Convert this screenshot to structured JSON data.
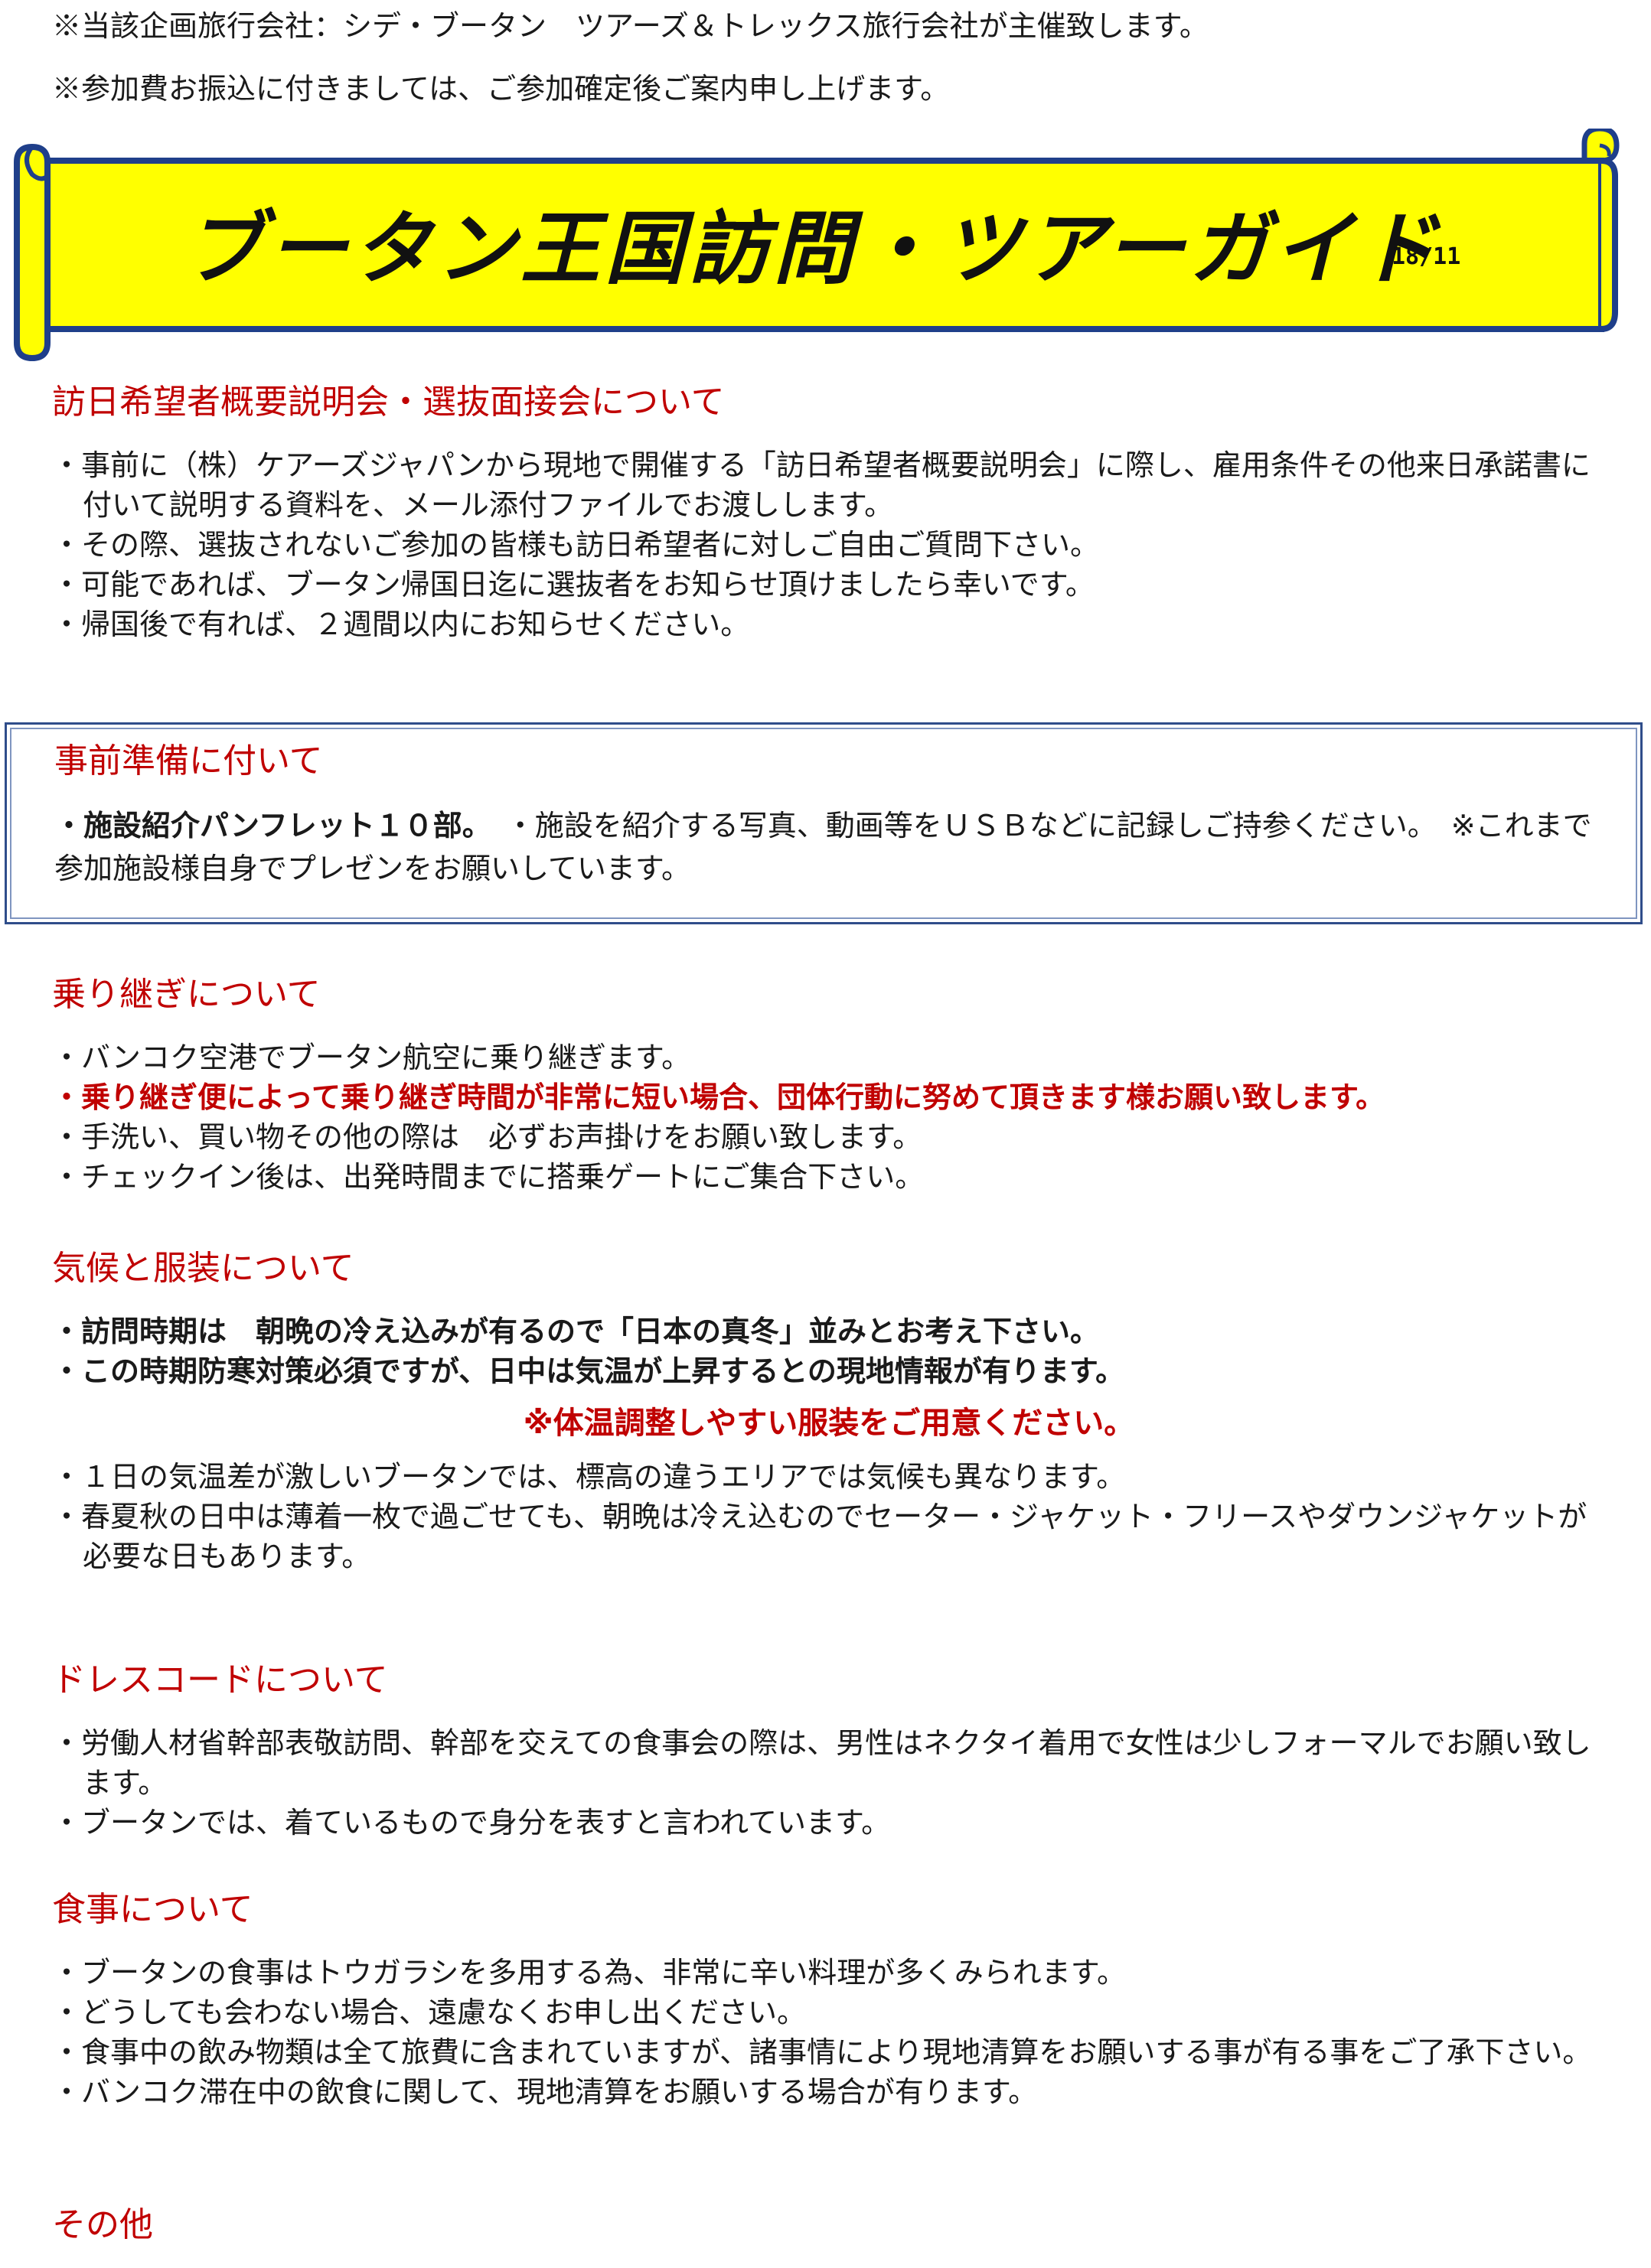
{
  "notes": [
    "※当該企画旅行会社：シデ・ブータン　ツアーズ＆トレックス旅行会社が主催致します。",
    "※参加費お振込に付きましては、ご参加確定後ご案内申し上げます。"
  ],
  "banner": {
    "title": "ブータン王国訪問・ツアーガイド",
    "code": "18/11",
    "colors": {
      "fill": "#ffff00",
      "outline": "#1f3f8a"
    }
  },
  "section_briefing": {
    "heading": "訪日希望者概要説明会・選抜面接会について",
    "items": [
      "・事前に（株）ケアーズジャパンから現地で開催する「訪日希望者概要説明会」に際し、雇用条件その他来日承諾書に付いて説明する資料を、メール添付ファイルでお渡しします。",
      "・その際、選抜されないご参加の皆様も訪日希望者に対しご自由ご質問下さい。",
      "・可能であれば、ブータン帰国日迄に選抜者をお知らせ頂けましたら幸いです。",
      "・帰国後で有れば、２週間以内にお知らせください。"
    ]
  },
  "section_prep": {
    "heading": "事前準備に付いて",
    "bold_part": "・施設紹介パンフレット１０部。",
    "rest": "　・施設を紹介する写真、動画等をＵＳＢなどに記録しご持参ください。　※これまで参加施設様自身でプレゼンをお願いしています。"
  },
  "section_transfer": {
    "heading": "乗り継ぎについて",
    "items": [
      "・バンコク空港でブータン航空に乗り継ぎます。",
      "・乗り継ぎ便によって乗り継ぎ時間が非常に短い場合、団体行動に努めて頂きます様お願い致します。",
      "・手洗い、買い物その他の際は　必ずお声掛けをお願い致します。",
      "・チェックイン後は、出発時間までに搭乗ゲートにご集合下さい。"
    ]
  },
  "section_climate": {
    "heading": "気候と服装について",
    "bold_items": [
      "・訪問時期は　朝晩の冷え込みが有るので「日本の真冬」並みとお考え下さい。",
      "・この時期防寒対策必須ですが、日中は気温が上昇するとの現地情報が有ります。"
    ],
    "highlight": "※体温調整しやすい服装をご用意ください。",
    "items": [
      "・１日の気温差が激しいブータンでは、標高の違うエリアでは気候も異なります。",
      "・春夏秋の日中は薄着一枚で過ごせても、朝晩は冷え込むのでセーター・ジャケット・フリースやダウンジャケットが必要な日もあります。"
    ]
  },
  "section_dress": {
    "heading": "ドレスコードについて",
    "items": [
      "・労働人材省幹部表敬訪問、幹部を交えての食事会の際は、男性はネクタイ着用で女性は少しフォーマルでお願い致します。",
      "・ブータンでは、着ているもので身分を表すと言われています。"
    ]
  },
  "section_food": {
    "heading": "食事について",
    "items": [
      "・ブータンの食事はトウガラシを多用する為、非常に辛い料理が多くみられます。",
      "・どうしても会わない場合、遠慮なくお申し出ください。",
      "・食事中の飲み物類は全て旅費に含まれていますが、諸事情により現地清算をお願いする事が有る事をご了承下さい。",
      "・バンコク滞在中の飲食に関して、現地清算をお願いする場合が有ります。"
    ]
  },
  "section_other": {
    "heading": "その他"
  }
}
